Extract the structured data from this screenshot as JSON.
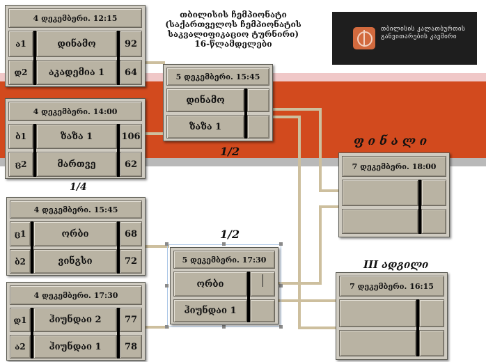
{
  "title_lines": [
    "თბილისის ჩემპიონატი",
    "(საქართველოს ჩემპიონატის",
    "საკვალიფიკაციო ტურნირი)",
    "16-წლამდელები"
  ],
  "logo_text": "თბილისის კალათბურთის განვითარების კავშირი",
  "labels": {
    "final": "ფ ი ნ ა ლ ი",
    "semi_top": "1/2",
    "semi_bottom": "1/2",
    "quarter": "1/4",
    "third_place": "III ადგილი"
  },
  "matches": {
    "m1": {
      "date": "4 დეკემბერი. 12:15",
      "team1": {
        "seed": "ა1",
        "name": "დინამო",
        "score": "92"
      },
      "team2": {
        "seed": "დ2",
        "name": "აკადემია 1",
        "score": "64"
      }
    },
    "m2": {
      "date": "4 დეკემბერი. 14:00",
      "team1": {
        "seed": "ბ1",
        "name": "ზაზა 1",
        "score": "106"
      },
      "team2": {
        "seed": "ც2",
        "name": "მართვე",
        "score": "62"
      }
    },
    "m3": {
      "date": "4 დეკემბერი. 15:45",
      "team1": {
        "seed": "ც1",
        "name": "ორბი",
        "score": "68"
      },
      "team2": {
        "seed": "ბ2",
        "name": "ვინგსი",
        "score": "72"
      }
    },
    "m4": {
      "date": "4 დეკემბერი. 17:30",
      "team1": {
        "seed": "დ1",
        "name": "ჰიუნდაი 2",
        "score": "77"
      },
      "team2": {
        "seed": "ა2",
        "name": "ჰიუნდაი 1",
        "score": "78"
      }
    },
    "sf1": {
      "date": "5 დეკემბერი. 15:45",
      "team1": {
        "name": "დინამო",
        "score": ""
      },
      "team2": {
        "name": "ზაზა 1",
        "score": ""
      }
    },
    "sf2": {
      "date": "5 დეკემბერი. 17:30",
      "team1": {
        "name": "ორბი",
        "score": ""
      },
      "team2": {
        "name": "ჰიუნდაი 1",
        "score": ""
      }
    },
    "final": {
      "date": "7 დეკემბერი. 18:00",
      "team1": {
        "name": "",
        "score": ""
      },
      "team2": {
        "name": "",
        "score": ""
      }
    },
    "third": {
      "date": "7 დეკემბერი. 16:15",
      "team1": {
        "name": "",
        "score": ""
      },
      "team2": {
        "name": "",
        "score": ""
      }
    }
  }
}
